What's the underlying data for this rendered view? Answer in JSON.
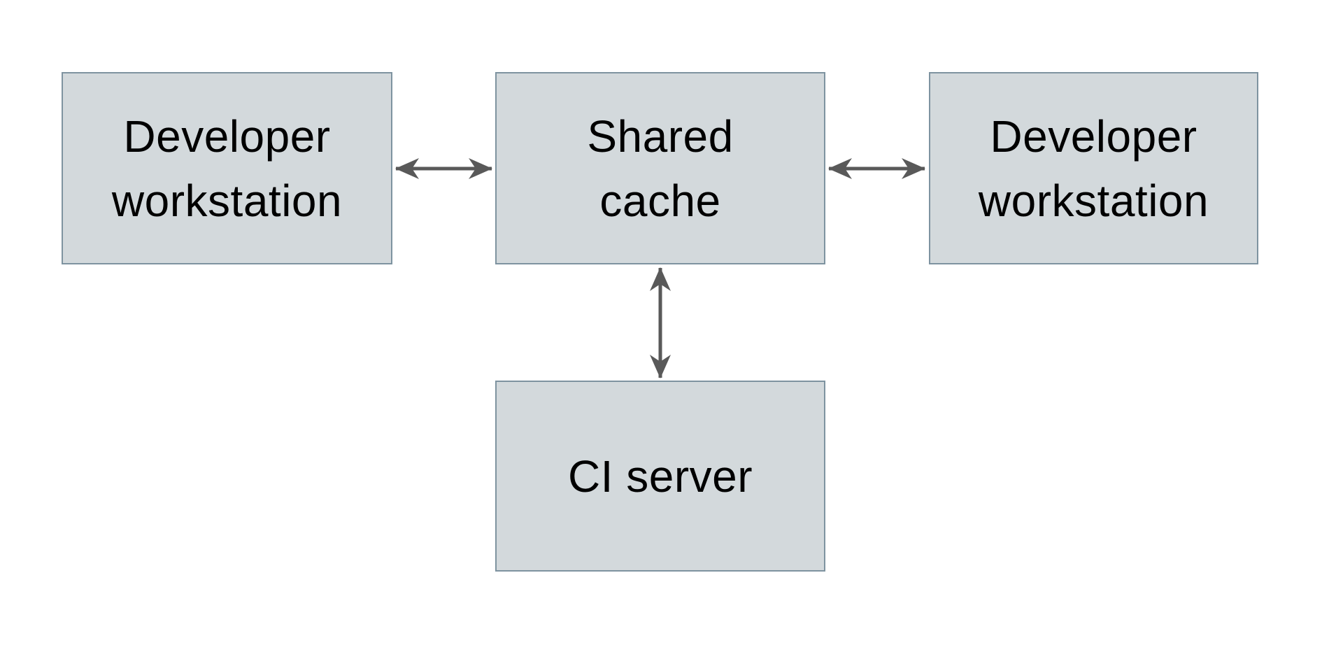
{
  "diagram": {
    "style": {
      "background": "#ffffff",
      "node_fill": "#d3d9dc",
      "node_border": "#7e93a0",
      "arrow_color": "#595959",
      "text_color": "#000000"
    },
    "nodes": [
      {
        "id": "developer-workstation-left",
        "label": "Developer\nworkstation"
      },
      {
        "id": "shared-cache",
        "label": "Shared\ncache"
      },
      {
        "id": "developer-workstation-right",
        "label": "Developer\nworkstation"
      },
      {
        "id": "ci-server",
        "label": "CI server"
      }
    ],
    "edges": [
      {
        "from": "developer-workstation-left",
        "to": "shared-cache",
        "direction": "bidirectional",
        "orientation": "horizontal"
      },
      {
        "from": "shared-cache",
        "to": "developer-workstation-right",
        "direction": "bidirectional",
        "orientation": "horizontal"
      },
      {
        "from": "shared-cache",
        "to": "ci-server",
        "direction": "bidirectional",
        "orientation": "vertical"
      }
    ]
  }
}
